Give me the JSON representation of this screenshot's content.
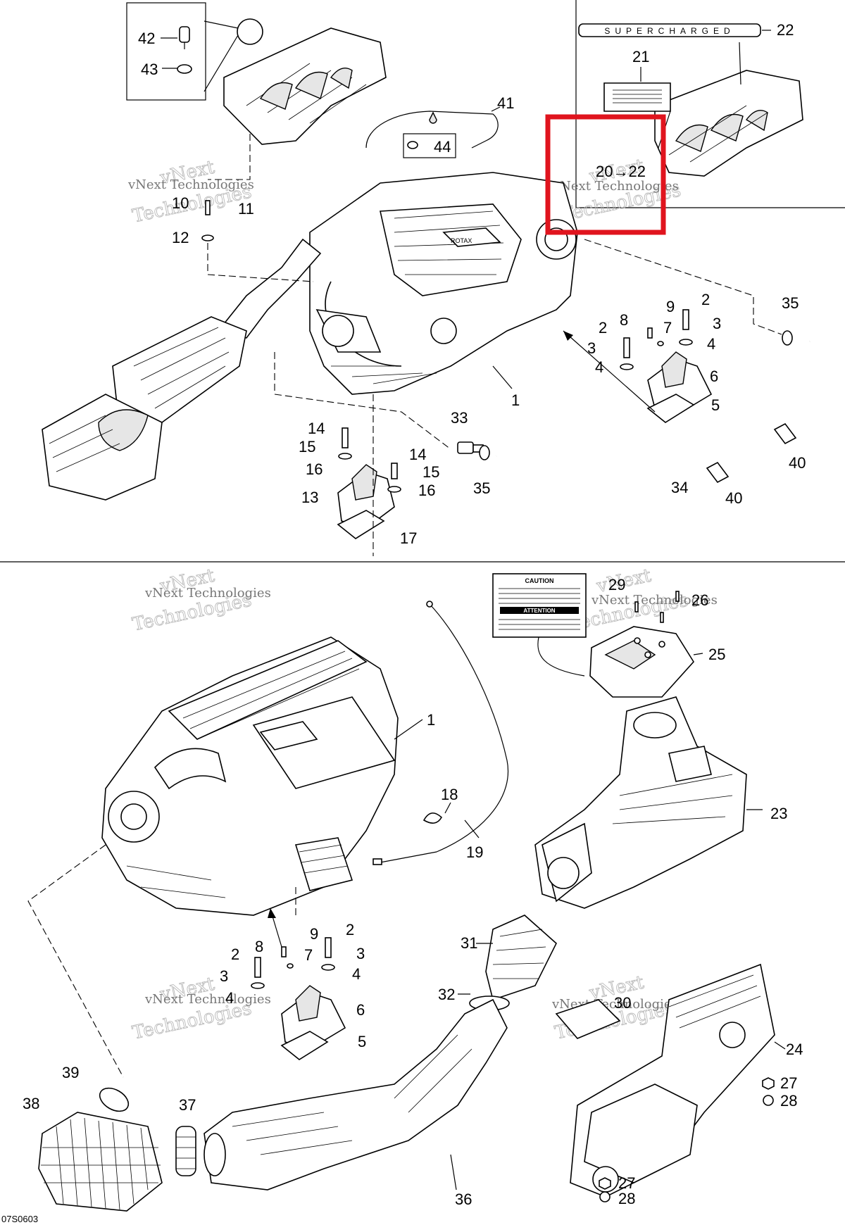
{
  "diagram_code": "07S0603",
  "watermark": {
    "line1": "vNext",
    "line2": "Technologies",
    "company": "vNext Technologies"
  },
  "decal": {
    "supercharged_text": "SUPERCHARGED",
    "caution_title": "CAUTION",
    "attention_title": "ATTENTION"
  },
  "callouts": {
    "c1a": "1",
    "c1b": "1",
    "c2a": "2",
    "c2b": "2",
    "c2c": "2",
    "c2d": "2",
    "c3a": "3",
    "c3b": "3",
    "c3c": "3",
    "c3d": "3",
    "c4a": "4",
    "c4b": "4",
    "c4c": "4",
    "c4d": "4",
    "c5a": "5",
    "c5b": "5",
    "c6a": "6",
    "c6b": "6",
    "c7a": "7",
    "c7b": "7",
    "c8a": "8",
    "c8b": "8",
    "c9a": "9",
    "c9b": "9",
    "c10": "10",
    "c11": "11",
    "c12": "12",
    "c13": "13",
    "c14a": "14",
    "c14b": "14",
    "c15a": "15",
    "c15b": "15",
    "c16a": "16",
    "c16b": "16",
    "c17": "17",
    "c18": "18",
    "c19": "19",
    "c20_22": "20→22",
    "c21": "21",
    "c22": "22",
    "c23": "23",
    "c24": "24",
    "c25": "25",
    "c26": "26",
    "c27a": "27",
    "c27b": "27",
    "c28a": "28",
    "c28b": "28",
    "c29": "29",
    "c30": "30",
    "c31": "31",
    "c32": "32",
    "c33": "33",
    "c34": "34",
    "c35a": "35",
    "c35b": "35",
    "c36": "36",
    "c37": "37",
    "c38": "38",
    "c39": "39",
    "c40a": "40",
    "c40b": "40",
    "c41": "41",
    "c42": "42",
    "c43": "43",
    "c44": "44"
  },
  "highlight": {
    "color": "#e0141e",
    "target": "20→22"
  }
}
